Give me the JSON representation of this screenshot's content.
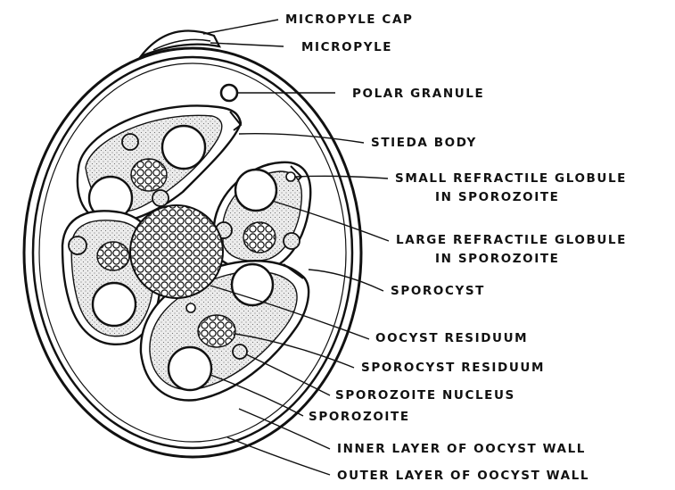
{
  "diagram": {
    "labels": {
      "micropyle_cap": "MICROPYLE CAP",
      "micropyle": "MICROPYLE",
      "polar_granule": "POLAR GRANULE",
      "stieda_body": "STIEDA BODY",
      "small_refractile_line1": "SMALL REFRACTILE GLOBULE",
      "small_refractile_line2": "IN SPOROZOITE",
      "large_refractile_line1": "LARGE REFRACTILE GLOBULE",
      "large_refractile_line2": "IN SPOROZOITE",
      "sporocyst": "SPOROCYST",
      "oocyst_residuum": "OOCYST RESIDUUM",
      "sporocyst_residuum": "SPOROCYST RESIDUUM",
      "sporozoite_nucleus": "SPOROZOITE NUCLEUS",
      "sporozoite": "SPOROZOITE",
      "inner_wall": "INNER LAYER OF OOCYST WALL",
      "outer_wall": "OUTER LAYER OF OOCYST WALL"
    },
    "colors": {
      "ink": "#111111",
      "background": "#ffffff",
      "cell_fill": "#f2f2f2"
    }
  }
}
